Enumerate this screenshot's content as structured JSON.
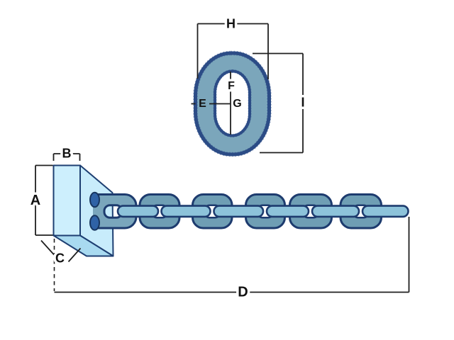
{
  "labels": {
    "A": "A",
    "B": "B",
    "C": "C",
    "D": "D",
    "E": "E",
    "F": "F",
    "G": "G",
    "H": "H",
    "I": "I"
  },
  "colors": {
    "background": "#ffffff",
    "dim_line": "#1f1f1f",
    "label_text": "#111111",
    "outline": "#1d3b6e",
    "big_link_fill": "#7ba6bb",
    "big_link_stroke": "#2c4c86",
    "face_link_fill": "#6f9eb4",
    "bar_link_fill": "#8dc3da",
    "u_link_fill": "#7aa6bc",
    "cap_fill": "#2f62a6",
    "cap_stroke": "#17355f",
    "block_front_fill": "#cdeffd",
    "block_side_fill": "#c8ecfb",
    "block_bottom_fill": "#a9daf0",
    "block_stroke": "#1e3f72"
  }
}
